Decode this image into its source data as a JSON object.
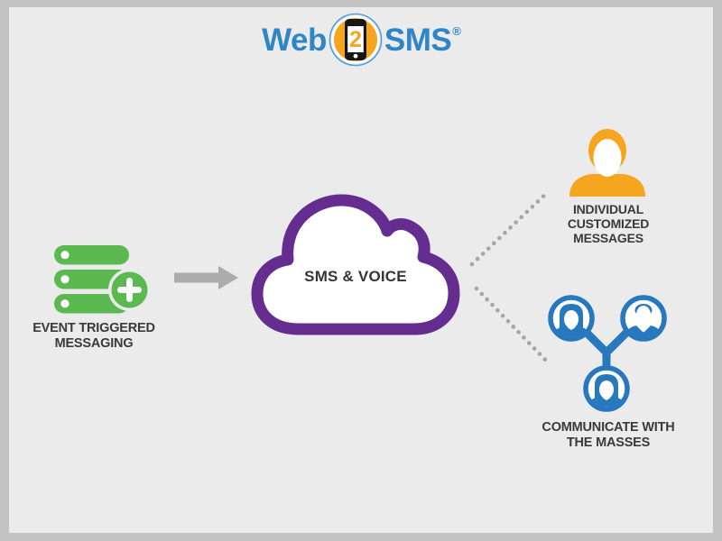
{
  "logo": {
    "word_left": "Web",
    "digit": "2",
    "word_right": "SMS",
    "registered": "®"
  },
  "hub": {
    "label": "SMS & VOICE"
  },
  "nodes": {
    "source": {
      "lines": [
        "EVENT TRIGGERED",
        "MESSAGING"
      ],
      "icon": "database-plus-icon"
    },
    "individual": {
      "lines": [
        "INDIVIDUAL",
        "CUSTOMIZED",
        "MESSAGES"
      ],
      "icon": "person-icon"
    },
    "masses": {
      "lines": [
        "COMMUNICATE WITH",
        "THE MASSES"
      ],
      "icon": "group-network-icon"
    }
  },
  "colors": {
    "background": "#ebebeb",
    "frame_border": "#c3c3c3",
    "logo_blue": "#2e86c6",
    "logo_orange": "#f5a51e",
    "source_green": "#5cb951",
    "cloud_purple": "#662d91",
    "individual_orange": "#f5a51e",
    "masses_blue": "#2878be",
    "arrow_gray": "#acacac",
    "dotted_gray": "#a5a5a5",
    "label_text": "#3a3a3a"
  }
}
